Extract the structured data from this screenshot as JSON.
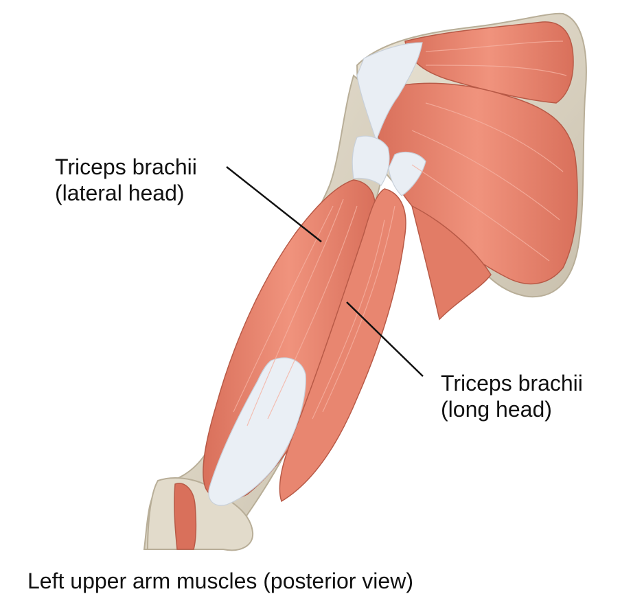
{
  "labels": {
    "lateral": {
      "line1": "Triceps brachii",
      "line2": "(lateral head)"
    },
    "long": {
      "line1": "Triceps brachii",
      "line2": "(long head)"
    }
  },
  "caption": "Left upper arm muscles (posterior view)",
  "colors": {
    "muscle": "#e8826c",
    "muscle_light": "#f2a08c",
    "muscle_dark": "#c9604d",
    "bone": "#ddd6c6",
    "bone_dark": "#bdb4a1",
    "tendon": "#e8edf3",
    "leader": "#111111"
  }
}
